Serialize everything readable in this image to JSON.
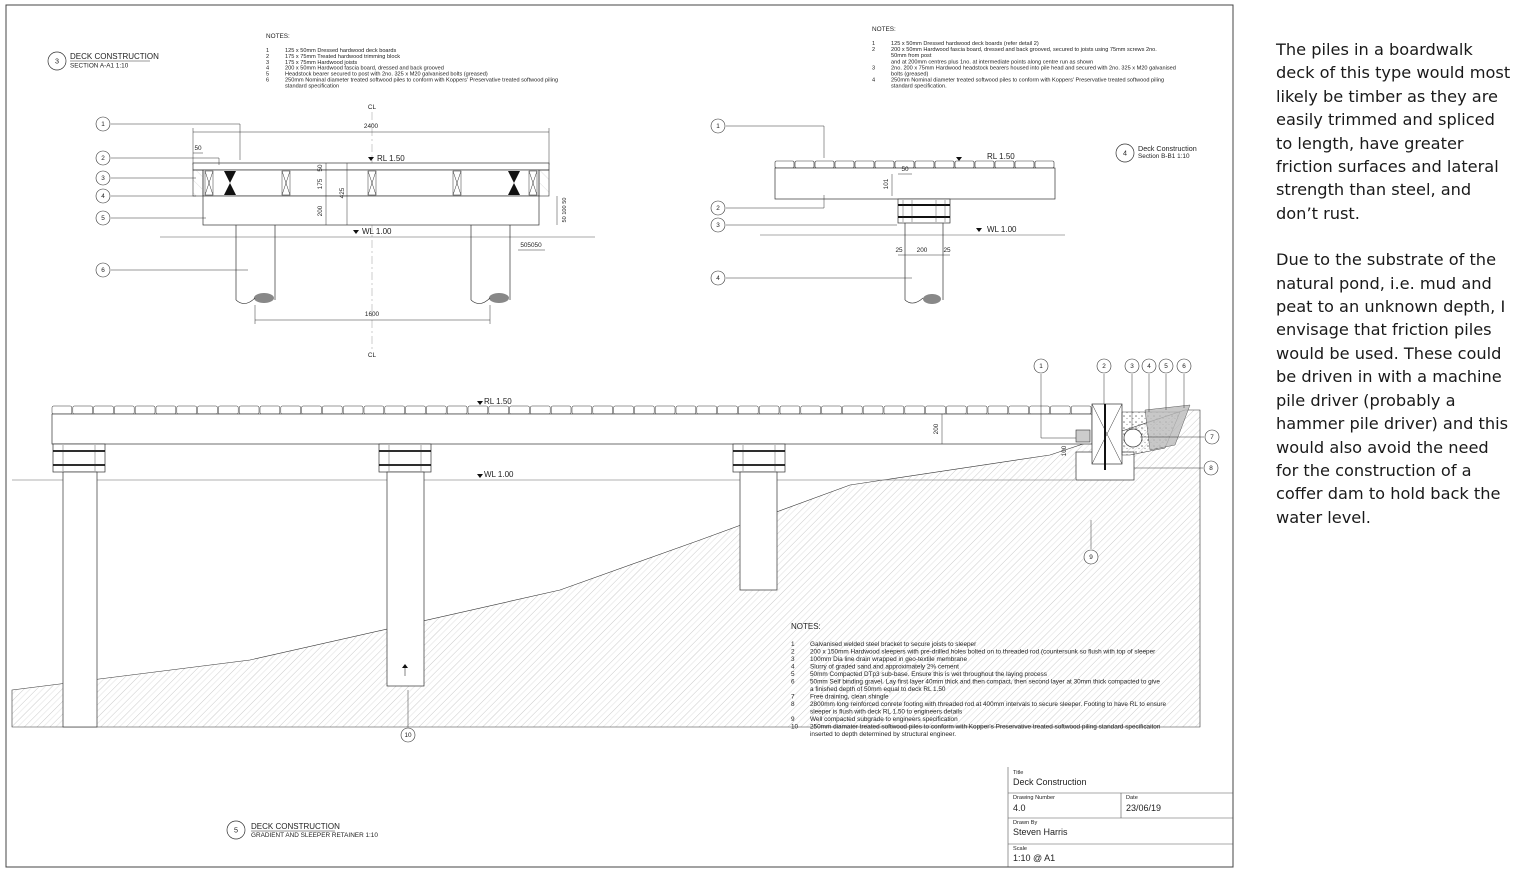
{
  "sheet": {
    "detail3": {
      "number": "3",
      "title": "DECK CONSTRUCTION",
      "subtitle": "SECTION  A-A1  1:10",
      "notes_heading": "NOTES:",
      "notes": [
        {
          "n": "1",
          "text": "125 x 50mm Dressed hardwood deck boards"
        },
        {
          "n": "2",
          "text": "175 x 75mm Treated hardwood trimming block"
        },
        {
          "n": "3",
          "text": "175 x 75mm Hardwood joists"
        },
        {
          "n": "4",
          "text": "200 x 50mm Hardwood fascia board, dressed and back grooved"
        },
        {
          "n": "5",
          "text": "Headstock bearer secured to post with 2no. 325 x M20 galvanised bolts (greased)"
        },
        {
          "n": "6",
          "text": "250mm Nominal diameter treated softwood piles to conform with Koppers' Preservative treated softwood piling"
        },
        {
          "n": "",
          "text": "standard specification"
        }
      ],
      "cl_top": "CL",
      "cl_bottom": "CL",
      "rl": "RL  1.50",
      "wl": "WL  1.00",
      "dim_2400": "2400",
      "dim_1600": "1600",
      "dim_50_left": "50",
      "dim_50": "50",
      "dim_175": "175",
      "dim_425": "425",
      "dim_200": "200",
      "dim_right_stack": "50 100 50",
      "dim_bottom_right": "505050",
      "callouts": [
        "1",
        "2",
        "3",
        "4",
        "5",
        "6"
      ]
    },
    "detail4": {
      "number": "4",
      "title": "Deck Construction",
      "subtitle": "Section B-B1  1:10",
      "notes_heading": "NOTES:",
      "notes": [
        {
          "n": "1",
          "text": "125 x 50mm Dressed hardwood deck boards (refer detail 2)"
        },
        {
          "n": "2",
          "text": "200 x 50mm Hardwood fascia board, dressed and back grooved, secured to joists using 75mm screws 2no."
        },
        {
          "n": "",
          "text": "50mm from post"
        },
        {
          "n": "",
          "text": "and at 200mm centres plus 1no. at intermediate points along centre run as shown"
        },
        {
          "n": "3",
          "text": "2no. 200 x 75mm Hardwood headstock bearers housed into pile head and secured with 2no. 325 x M20 galvanised"
        },
        {
          "n": "",
          "text": "bolts (greased)"
        },
        {
          "n": "4",
          "text": "250mm Nominal diameter treated softwood piles to conform with Koppers' Preservative treated softwood piling"
        },
        {
          "n": "",
          "text": "standard specification."
        }
      ],
      "rl": "RL  1.50",
      "wl": "WL  1.00",
      "dim_50": "50",
      "dim_101": "101",
      "dim_25a": "25",
      "dim_200": "200",
      "dim_25b": "25",
      "callouts": [
        "1",
        "2",
        "3",
        "4"
      ]
    },
    "detail5": {
      "number": "5",
      "title": "DECK CONSTRUCTION",
      "subtitle": "GRADIENT AND SLEEPER RETAINER  1:10",
      "rl": "RL  1.50",
      "wl": "WL  1.00",
      "dim_200": "200",
      "dim_100": "100",
      "callouts_top": [
        "1",
        "2",
        "3",
        "4",
        "5",
        "6"
      ],
      "callouts_side": [
        "7",
        "8",
        "9",
        "10"
      ],
      "notes_heading": "NOTES:",
      "notes": [
        {
          "n": "1",
          "text": "Galvanised welded steel bracket to secure joists to sleeper"
        },
        {
          "n": "2",
          "text": "200 x 150mm Hardwood sleepers with pre-drilled holes bolted on to threaded rod (countersunk so flush with top of sleeper"
        },
        {
          "n": "3",
          "text": "100mm Dia line drain wrapped in geo-textile membrane"
        },
        {
          "n": "4",
          "text": "Slurry of graded sand and approximately 2% cement"
        },
        {
          "n": "5",
          "text": "50mm Compacted DTp3 sub-base. Ensure this is wet throughout the laying process"
        },
        {
          "n": "6",
          "text": "50mm Self binding gravel.  Lay first layer 40mm thick and then compact, then second layer at 30mm thick compacted to give"
        },
        {
          "n": "",
          "text": "a finished depth of 50mm equal to deck RL 1.50"
        },
        {
          "n": "7",
          "text": "Free draining, clean shingle"
        },
        {
          "n": "8",
          "text": "2800mm long reinforced conrete footing with threaded rod at 400mm intervals to secure sleeper. Footing to have RL to ensure"
        },
        {
          "n": "",
          "text": "sleeper is flush with deck RL 1.50 to engineers details"
        },
        {
          "n": "9",
          "text": "Well compacted subgrade to engineers specification"
        },
        {
          "n": "10",
          "text": "250mm diamater treated softwood piles to conform with Kopper's Preservative treated softwood piling standard specificaiton"
        },
        {
          "n": "",
          "text": "inserted to depth determined by structural engineer."
        }
      ]
    },
    "title_block": {
      "title_label": "Title",
      "title": "Deck Construction",
      "drawing_number_label": "Drawing Number",
      "drawing_number": "4.0",
      "date_label": "Date",
      "date": "23/06/19",
      "drawn_by_label": "Drawn By",
      "drawn_by": "Steven Harris",
      "scale_label": "Scale",
      "scale": "1:10 @ A1"
    }
  },
  "side_text": {
    "paragraph1": "The piles in a boardwalk deck of this type would most likely be timber as they are easily trimmed and spliced to length, have greater friction surfaces and lateral strength than steel, and don’t rust.",
    "paragraph2": "Due to the substrate of the natural pond, i.e. mud and peat to an unknown depth, I envisage that friction piles would be used.  These could be driven in with a machine pile driver (probably a hammer pile driver) and this would also avoid the need for the construction of a coffer dam to hold back the water level."
  }
}
